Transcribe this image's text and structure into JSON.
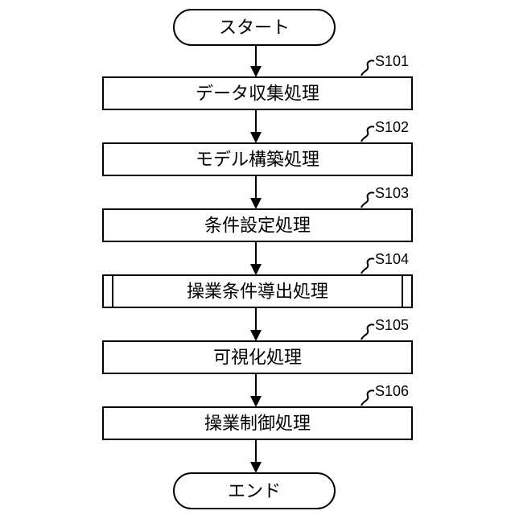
{
  "start": {
    "label": "スタート"
  },
  "end": {
    "label": "エンド"
  },
  "steps": [
    {
      "id": "S101",
      "label": "データ収集処理"
    },
    {
      "id": "S102",
      "label": "モデル構築処理"
    },
    {
      "id": "S103",
      "label": "条件設定処理"
    },
    {
      "id": "S104",
      "label": "操業条件導出処理",
      "predefined_process": true
    },
    {
      "id": "S105",
      "label": "可視化処理"
    },
    {
      "id": "S106",
      "label": "操業制御処理"
    }
  ]
}
